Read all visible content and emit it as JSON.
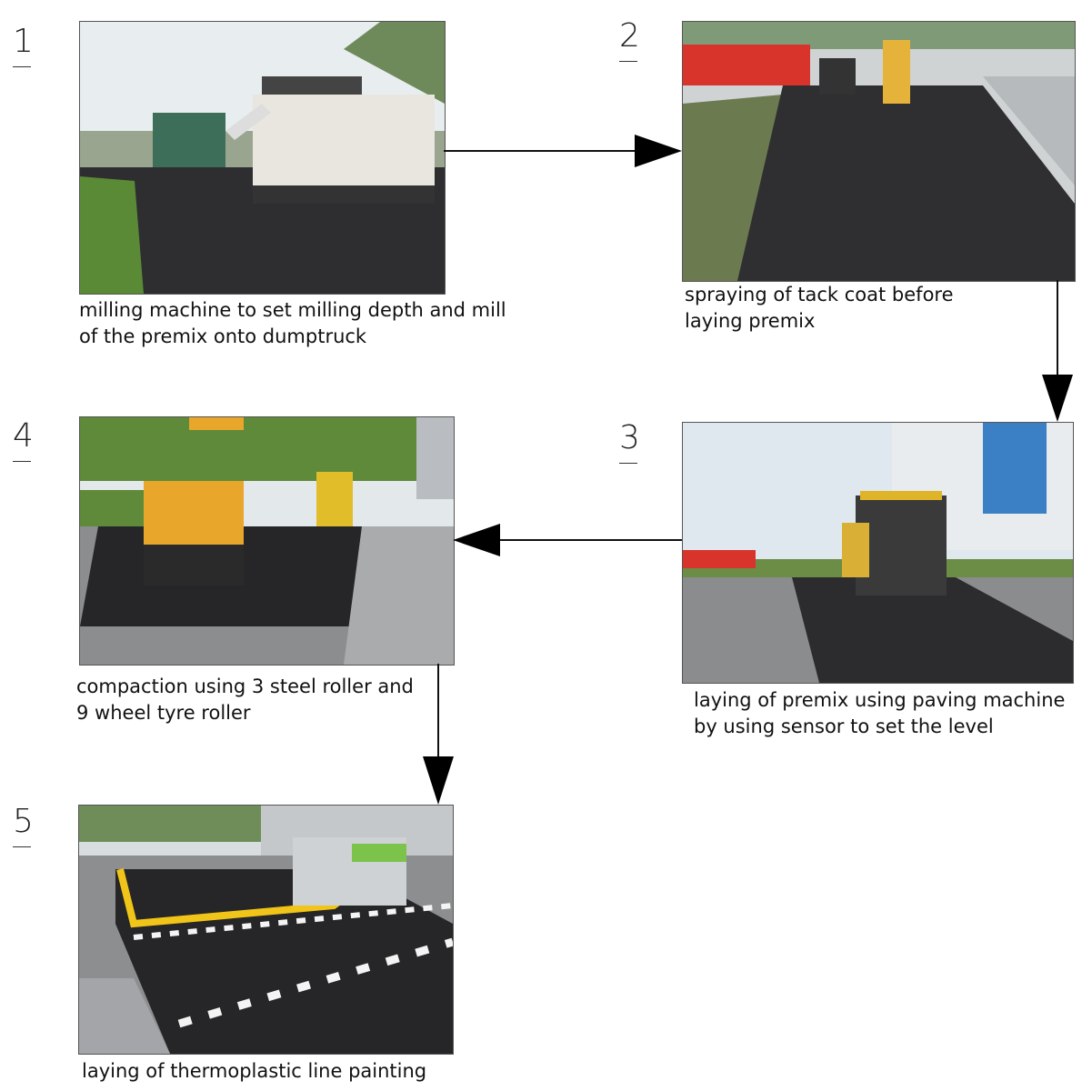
{
  "steps": [
    {
      "number": "1",
      "caption_line1": "milling machine to set milling depth and mill",
      "caption_line2": "of the premix onto dumptruck"
    },
    {
      "number": "2",
      "caption_line1": "spraying of tack coat before",
      "caption_line2": "laying premix"
    },
    {
      "number": "3",
      "caption_line1": "laying of premix using paving machine",
      "caption_line2": "by using sensor to set the level"
    },
    {
      "number": "4",
      "caption_line1": "compaction using 3 steel roller and",
      "caption_line2": "9 wheel tyre roller"
    },
    {
      "number": "5",
      "caption_line1": "laying of thermoplastic line painting",
      "caption_line2": ""
    }
  ],
  "colors": {
    "asphalt": "#2b2b2d",
    "sky": "#e6ecef",
    "grass": "#5e8a3a",
    "barrier_red": "#d8342b",
    "road_yellow": "#f0c419"
  }
}
